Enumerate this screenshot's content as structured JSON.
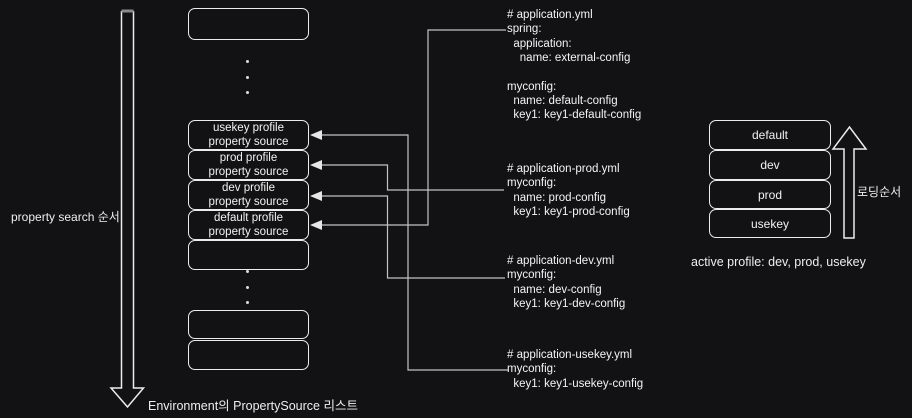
{
  "labels": {
    "property_search": "property search 순서",
    "environment_list": "Environment의 PropertySource 리스트",
    "loading_order": "로딩순서",
    "active_profile": "active profile: dev, prod, usekey"
  },
  "property_sources": {
    "usekey": "usekey profile\nproperty source",
    "prod": "prod profile\nproperty source",
    "dev": "dev profile\nproperty source",
    "default": "default profile\nproperty source"
  },
  "profiles": {
    "default": "default",
    "dev": "dev",
    "prod": "prod",
    "usekey": "usekey"
  },
  "yaml": {
    "application": "# application.yml\nspring:\n  application:\n    name: external-config\n\nmyconfig:\n  name: default-config\n  key1: key1-default-config",
    "application_prod": "# application-prod.yml\nmyconfig:\n  name: prod-config\n  key1: key1-prod-config",
    "application_dev": "# application-dev.yml\nmyconfig:\n  name: dev-config\n  key1: key1-dev-config",
    "application_usekey": "# application-usekey.yml\nmyconfig:\n  key1: key1-usekey-config"
  },
  "icons": {
    "search_order_arrow": "hollow-down-arrow",
    "loading_order_arrow": "hollow-up-arrow",
    "vertical_ellipsis": "three-dots"
  },
  "colors": {
    "background": "#121214",
    "box_border": "#ececec",
    "connector": "#c2c2c2",
    "text": "#f2f2f2"
  }
}
